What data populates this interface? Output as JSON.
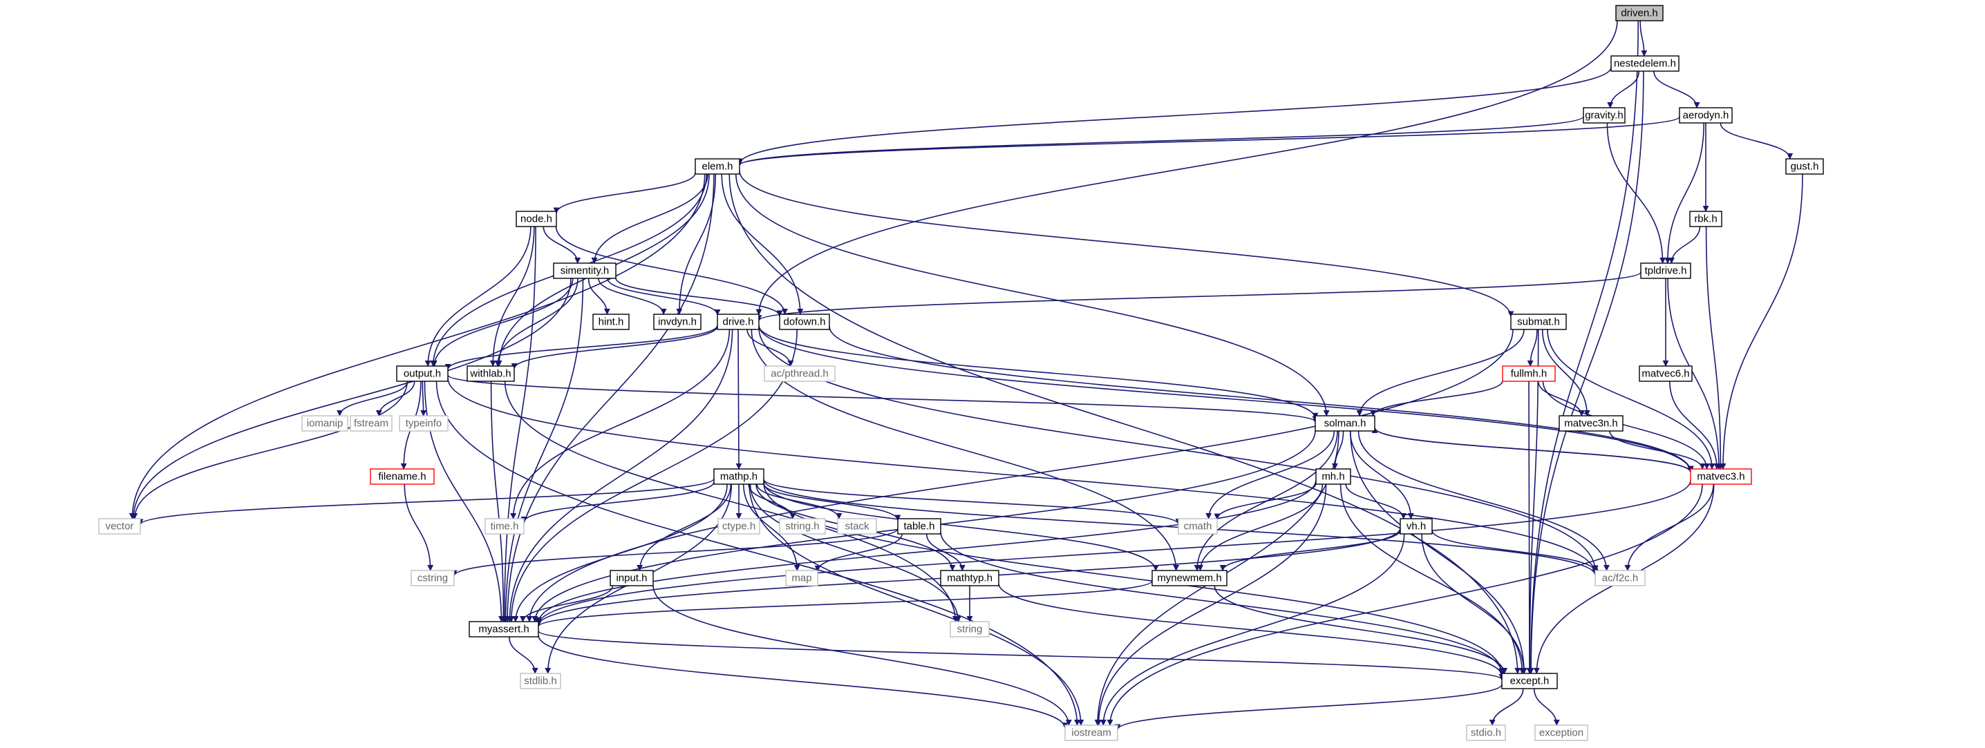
{
  "colors": {
    "edge": "#191970",
    "node_border": "#000000",
    "node_fill": "#ffffff",
    "root_fill": "#bfbfbf",
    "system_border": "#bfbfbf",
    "system_text": "#666666",
    "truncated_border": "#ff0000",
    "text": "#000000"
  },
  "nodes": [
    {
      "id": "driven_h",
      "label": "driven.h",
      "kind": "root"
    },
    {
      "id": "nestedelem_h",
      "label": "nestedelem.h",
      "kind": "normal"
    },
    {
      "id": "gravity_h",
      "label": "gravity.h",
      "kind": "normal"
    },
    {
      "id": "aerodyn_h",
      "label": "aerodyn.h",
      "kind": "normal"
    },
    {
      "id": "elem_h",
      "label": "elem.h",
      "kind": "normal"
    },
    {
      "id": "gust_h",
      "label": "gust.h",
      "kind": "normal"
    },
    {
      "id": "node_h",
      "label": "node.h",
      "kind": "normal"
    },
    {
      "id": "rbk_h",
      "label": "rbk.h",
      "kind": "normal"
    },
    {
      "id": "simentity_h",
      "label": "simentity.h",
      "kind": "normal"
    },
    {
      "id": "tpldrive_h",
      "label": "tpldrive.h",
      "kind": "normal"
    },
    {
      "id": "hint_h",
      "label": "hint.h",
      "kind": "normal"
    },
    {
      "id": "invdyn_h",
      "label": "invdyn.h",
      "kind": "normal"
    },
    {
      "id": "drive_h",
      "label": "drive.h",
      "kind": "normal"
    },
    {
      "id": "dofown_h",
      "label": "dofown.h",
      "kind": "normal"
    },
    {
      "id": "submat_h",
      "label": "submat.h",
      "kind": "normal"
    },
    {
      "id": "output_h",
      "label": "output.h",
      "kind": "normal"
    },
    {
      "id": "withlab_h",
      "label": "withlab.h",
      "kind": "normal"
    },
    {
      "id": "pthread_h",
      "label": "ac/pthread.h",
      "kind": "system"
    },
    {
      "id": "fullmh_h",
      "label": "fullmh.h",
      "kind": "truncated"
    },
    {
      "id": "matvec6_h",
      "label": "matvec6.h",
      "kind": "normal"
    },
    {
      "id": "iomanip",
      "label": "iomanip",
      "kind": "system"
    },
    {
      "id": "fstream",
      "label": "fstream",
      "kind": "system"
    },
    {
      "id": "typeinfo",
      "label": "typeinfo",
      "kind": "system"
    },
    {
      "id": "solman_h",
      "label": "solman.h",
      "kind": "normal"
    },
    {
      "id": "matvec3n_h",
      "label": "matvec3n.h",
      "kind": "normal"
    },
    {
      "id": "filename_h",
      "label": "filename.h",
      "kind": "truncated"
    },
    {
      "id": "mathp_h",
      "label": "mathp.h",
      "kind": "normal"
    },
    {
      "id": "mh_h",
      "label": "mh.h",
      "kind": "normal"
    },
    {
      "id": "matvec3_h",
      "label": "matvec3.h",
      "kind": "truncated"
    },
    {
      "id": "vector",
      "label": "vector",
      "kind": "system"
    },
    {
      "id": "time_h",
      "label": "time.h",
      "kind": "system"
    },
    {
      "id": "ctype_h",
      "label": "ctype.h",
      "kind": "system"
    },
    {
      "id": "string_h",
      "label": "string.h",
      "kind": "system"
    },
    {
      "id": "stack",
      "label": "stack",
      "kind": "system"
    },
    {
      "id": "table_h",
      "label": "table.h",
      "kind": "normal"
    },
    {
      "id": "cmath",
      "label": "cmath",
      "kind": "system"
    },
    {
      "id": "vh_h",
      "label": "vh.h",
      "kind": "normal"
    },
    {
      "id": "cstring",
      "label": "cstring",
      "kind": "system"
    },
    {
      "id": "input_h",
      "label": "input.h",
      "kind": "normal"
    },
    {
      "id": "map",
      "label": "map",
      "kind": "system"
    },
    {
      "id": "mathtyp_h",
      "label": "mathtyp.h",
      "kind": "normal"
    },
    {
      "id": "mynewmem_h",
      "label": "mynewmem.h",
      "kind": "normal"
    },
    {
      "id": "f2c_h",
      "label": "ac/f2c.h",
      "kind": "system"
    },
    {
      "id": "string",
      "label": "string",
      "kind": "system"
    },
    {
      "id": "myassert_h",
      "label": "myassert.h",
      "kind": "normal"
    },
    {
      "id": "stdlib_h",
      "label": "stdlib.h",
      "kind": "system"
    },
    {
      "id": "except_h",
      "label": "except.h",
      "kind": "normal"
    },
    {
      "id": "stdio_h",
      "label": "stdio.h",
      "kind": "system"
    },
    {
      "id": "exception",
      "label": "exception",
      "kind": "system"
    },
    {
      "id": "iostream",
      "label": "iostream",
      "kind": "system"
    }
  ],
  "edges": [
    [
      "driven_h",
      "nestedelem_h"
    ],
    [
      "driven_h",
      "drive_h"
    ],
    [
      "driven_h",
      "except_h"
    ],
    [
      "nestedelem_h",
      "elem_h"
    ],
    [
      "nestedelem_h",
      "gravity_h"
    ],
    [
      "nestedelem_h",
      "aerodyn_h"
    ],
    [
      "nestedelem_h",
      "except_h"
    ],
    [
      "gravity_h",
      "elem_h"
    ],
    [
      "gravity_h",
      "tpldrive_h"
    ],
    [
      "aerodyn_h",
      "elem_h"
    ],
    [
      "aerodyn_h",
      "tpldrive_h"
    ],
    [
      "aerodyn_h",
      "rbk_h"
    ],
    [
      "aerodyn_h",
      "gust_h"
    ],
    [
      "gust_h",
      "matvec3_h"
    ],
    [
      "rbk_h",
      "tpldrive_h"
    ],
    [
      "rbk_h",
      "matvec3_h"
    ],
    [
      "tpldrive_h",
      "drive_h"
    ],
    [
      "tpldrive_h",
      "matvec6_h"
    ],
    [
      "tpldrive_h",
      "matvec3_h"
    ],
    [
      "matvec6_h",
      "matvec3_h"
    ],
    [
      "elem_h",
      "node_h"
    ],
    [
      "elem_h",
      "simentity_h"
    ],
    [
      "elem_h",
      "invdyn_h"
    ],
    [
      "elem_h",
      "dofown_h"
    ],
    [
      "elem_h",
      "output_h"
    ],
    [
      "elem_h",
      "withlab_h"
    ],
    [
      "elem_h",
      "submat_h"
    ],
    [
      "elem_h",
      "solman_h"
    ],
    [
      "elem_h",
      "vector"
    ],
    [
      "elem_h",
      "myassert_h"
    ],
    [
      "elem_h",
      "except_h"
    ],
    [
      "node_h",
      "simentity_h"
    ],
    [
      "node_h",
      "dofown_h"
    ],
    [
      "node_h",
      "output_h"
    ],
    [
      "node_h",
      "withlab_h"
    ],
    [
      "node_h",
      "myassert_h"
    ],
    [
      "simentity_h",
      "hint_h"
    ],
    [
      "simentity_h",
      "invdyn_h"
    ],
    [
      "simentity_h",
      "drive_h"
    ],
    [
      "simentity_h",
      "dofown_h"
    ],
    [
      "simentity_h",
      "output_h"
    ],
    [
      "simentity_h",
      "withlab_h"
    ],
    [
      "simentity_h",
      "vector"
    ],
    [
      "simentity_h",
      "myassert_h"
    ],
    [
      "drive_h",
      "output_h"
    ],
    [
      "drive_h",
      "withlab_h"
    ],
    [
      "drive_h",
      "pthread_h"
    ],
    [
      "drive_h",
      "mathp_h"
    ],
    [
      "drive_h",
      "solman_h"
    ],
    [
      "drive_h",
      "time_h"
    ],
    [
      "drive_h",
      "mynewmem_h"
    ],
    [
      "drive_h",
      "matvec3_h"
    ],
    [
      "drive_h",
      "f2c_h"
    ],
    [
      "drive_h",
      "myassert_h"
    ],
    [
      "dofown_h",
      "matvec3_h"
    ],
    [
      "dofown_h",
      "myassert_h"
    ],
    [
      "withlab_h",
      "myassert_h"
    ],
    [
      "withlab_h",
      "string"
    ],
    [
      "output_h",
      "iomanip"
    ],
    [
      "output_h",
      "fstream"
    ],
    [
      "output_h",
      "typeinfo"
    ],
    [
      "output_h",
      "filename_h"
    ],
    [
      "output_h",
      "vector"
    ],
    [
      "output_h",
      "myassert_h"
    ],
    [
      "output_h",
      "solman_h"
    ],
    [
      "output_h",
      "f2c_h"
    ],
    [
      "output_h",
      "iostream"
    ],
    [
      "filename_h",
      "cstring"
    ],
    [
      "submat_h",
      "fullmh_h"
    ],
    [
      "submat_h",
      "matvec3n_h"
    ],
    [
      "submat_h",
      "matvec3_h"
    ],
    [
      "submat_h",
      "solman_h"
    ],
    [
      "submat_h",
      "except_h"
    ],
    [
      "submat_h",
      "myassert_h"
    ],
    [
      "fullmh_h",
      "solman_h"
    ],
    [
      "fullmh_h",
      "matvec3n_h"
    ],
    [
      "fullmh_h",
      "matvec3_h"
    ],
    [
      "fullmh_h",
      "except_h"
    ],
    [
      "matvec3n_h",
      "matvec3_h"
    ],
    [
      "matvec3_h",
      "solman_h"
    ],
    [
      "matvec3_h",
      "f2c_h"
    ],
    [
      "matvec3_h",
      "except_h"
    ],
    [
      "matvec3_h",
      "myassert_h"
    ],
    [
      "matvec3_h",
      "iostream"
    ],
    [
      "solman_h",
      "mh_h"
    ],
    [
      "solman_h",
      "vh_h"
    ],
    [
      "solman_h",
      "cmath"
    ],
    [
      "solman_h",
      "mynewmem_h"
    ],
    [
      "solman_h",
      "except_h"
    ],
    [
      "solman_h",
      "f2c_h"
    ],
    [
      "solman_h",
      "myassert_h"
    ],
    [
      "solman_h",
      "iostream"
    ],
    [
      "solman_h",
      "matvec3_h"
    ],
    [
      "mh_h",
      "vh_h"
    ],
    [
      "mh_h",
      "cmath"
    ],
    [
      "mh_h",
      "mynewmem_h"
    ],
    [
      "mh_h",
      "except_h"
    ],
    [
      "mh_h",
      "myassert_h"
    ],
    [
      "mh_h",
      "iostream"
    ],
    [
      "vh_h",
      "mynewmem_h"
    ],
    [
      "vh_h",
      "f2c_h"
    ],
    [
      "vh_h",
      "except_h"
    ],
    [
      "vh_h",
      "myassert_h"
    ],
    [
      "vh_h",
      "iostream"
    ],
    [
      "mathp_h",
      "vector"
    ],
    [
      "mathp_h",
      "time_h"
    ],
    [
      "mathp_h",
      "ctype_h"
    ],
    [
      "mathp_h",
      "string_h"
    ],
    [
      "mathp_h",
      "stack"
    ],
    [
      "mathp_h",
      "table_h"
    ],
    [
      "mathp_h",
      "cmath"
    ],
    [
      "mathp_h",
      "input_h"
    ],
    [
      "mathp_h",
      "map"
    ],
    [
      "mathp_h",
      "mathtyp_h"
    ],
    [
      "mathp_h",
      "mynewmem_h"
    ],
    [
      "mathp_h",
      "string"
    ],
    [
      "mathp_h",
      "myassert_h"
    ],
    [
      "mathp_h",
      "stdlib_h"
    ],
    [
      "mathp_h",
      "iostream"
    ],
    [
      "mathp_h",
      "except_h"
    ],
    [
      "mathp_h",
      "f2c_h"
    ],
    [
      "table_h",
      "cstring"
    ],
    [
      "table_h",
      "map"
    ],
    [
      "table_h",
      "mathtyp_h"
    ],
    [
      "table_h",
      "except_h"
    ],
    [
      "mathtyp_h",
      "string"
    ],
    [
      "mathtyp_h",
      "except_h"
    ],
    [
      "input_h",
      "myassert_h"
    ],
    [
      "input_h",
      "iostream"
    ],
    [
      "mynewmem_h",
      "myassert_h"
    ],
    [
      "mynewmem_h",
      "except_h"
    ],
    [
      "myassert_h",
      "stdlib_h"
    ],
    [
      "myassert_h",
      "iostream"
    ],
    [
      "myassert_h",
      "except_h"
    ],
    [
      "except_h",
      "stdio_h"
    ],
    [
      "except_h",
      "exception"
    ],
    [
      "except_h",
      "iostream"
    ]
  ]
}
